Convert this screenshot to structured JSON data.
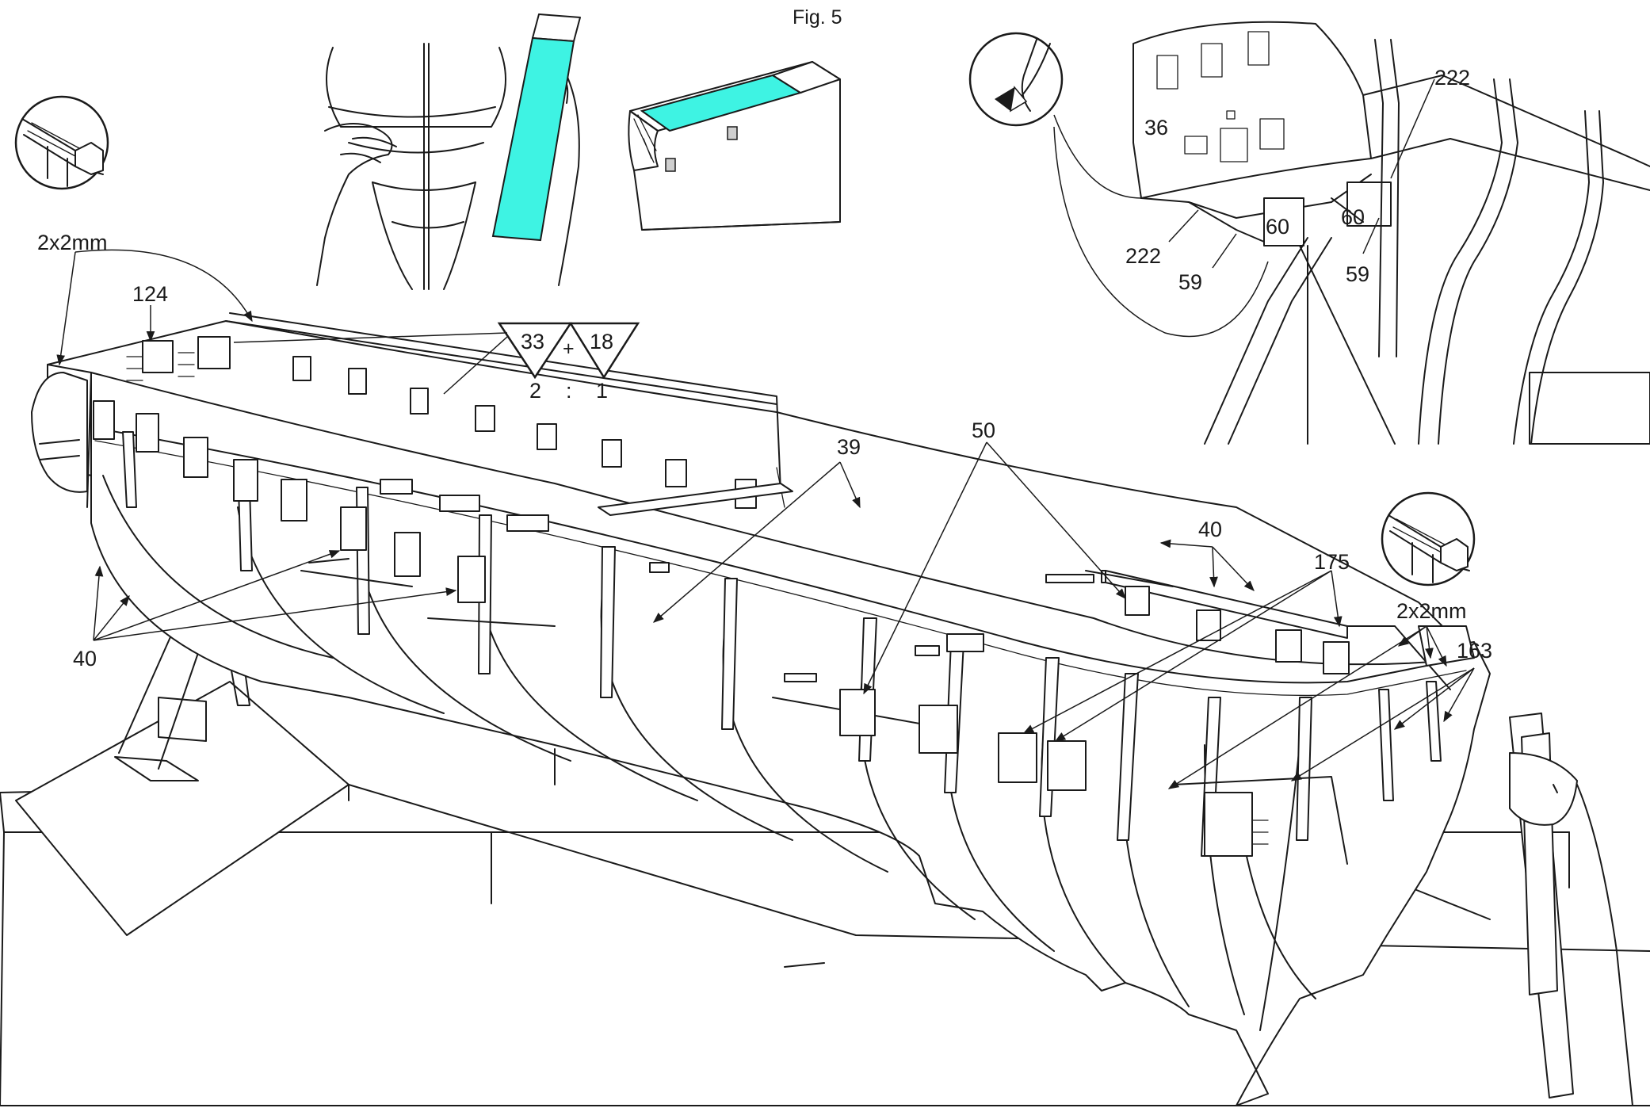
{
  "figure_label": "Fig. 5",
  "colors": {
    "ink": "#1a1a1a",
    "tape": "#3ef3e3",
    "paper": "#ffffff"
  },
  "dimension_labels": {
    "left_strip": "2x2mm",
    "right_strip": "2x2mm"
  },
  "ratio": {
    "part_a": "33",
    "part_b": "18",
    "plus": "+",
    "left": "2",
    "colon": ":",
    "right": "1"
  },
  "main_parts": {
    "p124": "124",
    "p39": "39",
    "p50": "50",
    "p40_left": "40",
    "p40_right": "40",
    "p175": "175",
    "p163": "163"
  },
  "detail_parts": {
    "p36": "36",
    "p222_top": "222",
    "p222_left": "222",
    "p60_left": "60",
    "p60_right": "60",
    "p59_left": "59",
    "p59_right": "59"
  }
}
